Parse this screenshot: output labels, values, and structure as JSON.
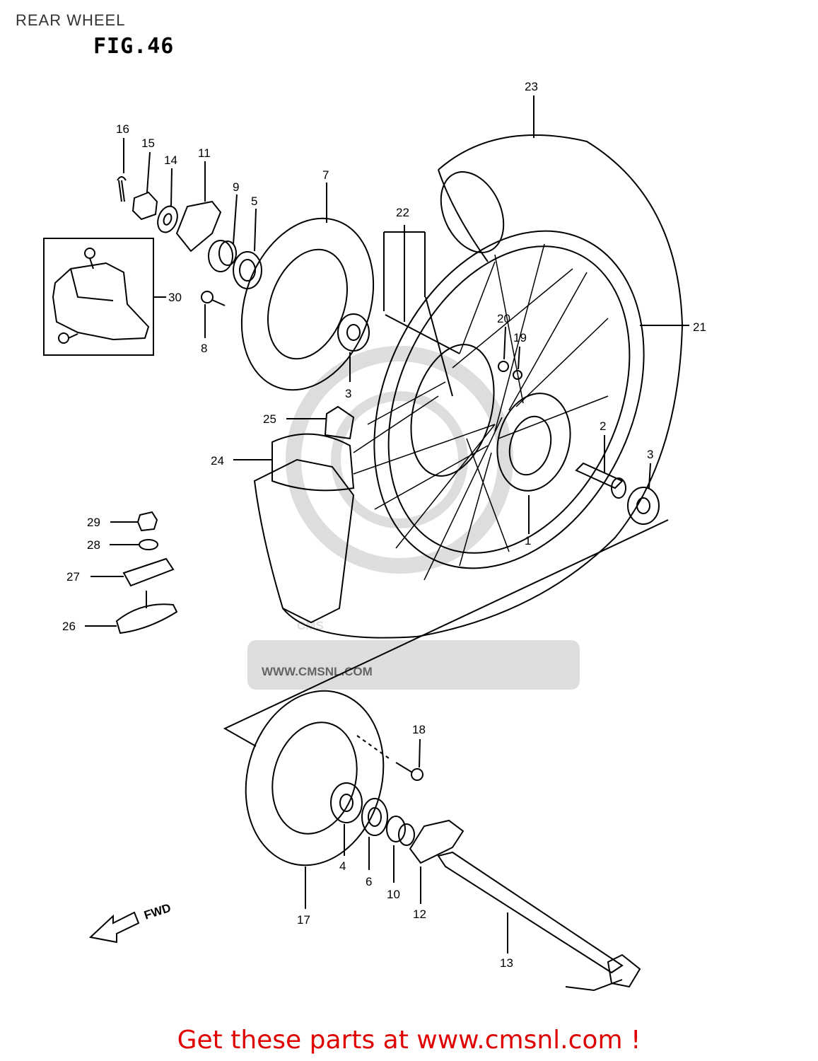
{
  "header": {
    "title": "REAR WHEEL",
    "figure": "FIG.46"
  },
  "watermark": {
    "brand": "CMS",
    "url": "WWW.CMSNL.COM"
  },
  "callouts": [
    {
      "id": "c1",
      "label": "1"
    },
    {
      "id": "c2",
      "label": "2"
    },
    {
      "id": "c3a",
      "label": "3"
    },
    {
      "id": "c3b",
      "label": "3"
    },
    {
      "id": "c4",
      "label": "4"
    },
    {
      "id": "c5",
      "label": "5"
    },
    {
      "id": "c6",
      "label": "6"
    },
    {
      "id": "c7",
      "label": "7"
    },
    {
      "id": "c8",
      "label": "8"
    },
    {
      "id": "c9",
      "label": "9"
    },
    {
      "id": "c10",
      "label": "10"
    },
    {
      "id": "c11",
      "label": "11"
    },
    {
      "id": "c12",
      "label": "12"
    },
    {
      "id": "c13",
      "label": "13"
    },
    {
      "id": "c14",
      "label": "14"
    },
    {
      "id": "c15",
      "label": "15"
    },
    {
      "id": "c16",
      "label": "16"
    },
    {
      "id": "c17",
      "label": "17"
    },
    {
      "id": "c18",
      "label": "18"
    },
    {
      "id": "c19",
      "label": "19"
    },
    {
      "id": "c20",
      "label": "20"
    },
    {
      "id": "c21",
      "label": "21"
    },
    {
      "id": "c22",
      "label": "22"
    },
    {
      "id": "c23",
      "label": "23"
    },
    {
      "id": "c24",
      "label": "24"
    },
    {
      "id": "c25",
      "label": "25"
    },
    {
      "id": "c26",
      "label": "26"
    },
    {
      "id": "c27",
      "label": "27"
    },
    {
      "id": "c28",
      "label": "28"
    },
    {
      "id": "c29",
      "label": "29"
    },
    {
      "id": "c30",
      "label": "30"
    }
  ],
  "fwd_label": "FWD",
  "footer": {
    "link_text": "Get these parts at www.cmsnl.com !"
  }
}
